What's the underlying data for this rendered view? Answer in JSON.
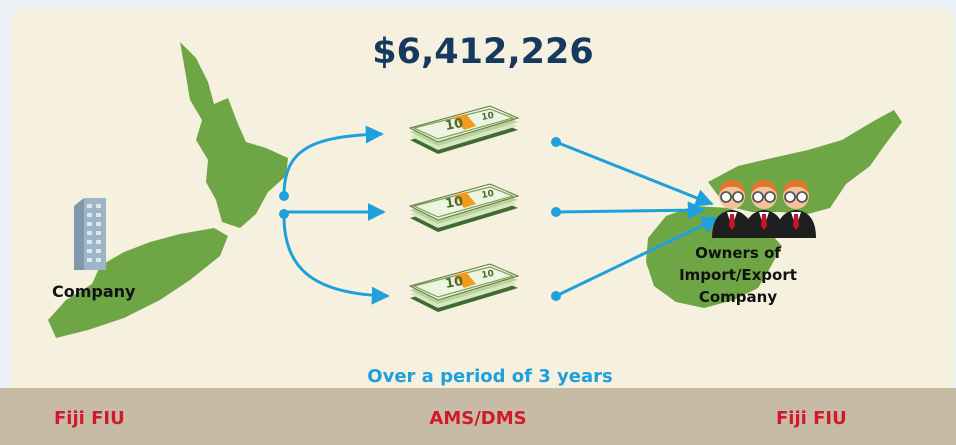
{
  "amount": "$6,412,226",
  "company_label": "Company",
  "owners_label": [
    "Owners of",
    "Import/Export",
    "Company"
  ],
  "period_label": "Over a period of 3 years",
  "footer": {
    "left": "Fiji FIU",
    "center": "AMS/DMS",
    "right": "Fiji FIU"
  },
  "banknote_denomination": "10",
  "colors": {
    "land": "#6fa645",
    "arrow": "#1ea0dd",
    "amount_text": "#163a5f",
    "footer_bg": "#c8bba6",
    "footer_text": "#d1192d",
    "period_text": "#1ea0dd"
  }
}
